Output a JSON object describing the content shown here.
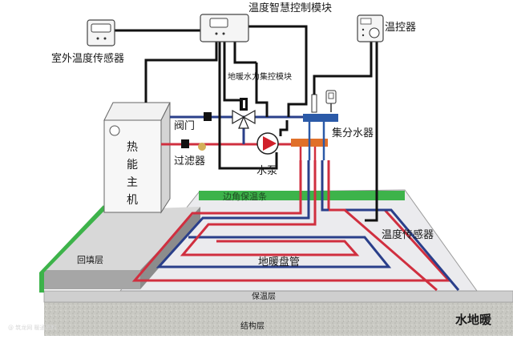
{
  "diagram": {
    "title": "水地暖",
    "colors": {
      "supply_pipe": "#d02f3f",
      "return_pipe": "#2a3f8a",
      "manifold_return": "#2b5aa8",
      "manifold_supply": "#e0702a",
      "edge_strip": "#3db34a",
      "wire": "#111111",
      "filter": "#d4b05a",
      "pump": "#d0202a"
    },
    "components": {
      "outdoor_sensor": "室外温度传感器",
      "smart_module": "温度智慧控制模块",
      "thermostat": "温控器",
      "hydraulic_module": "地暖水力集控模块",
      "valve": "阀门",
      "filter": "过滤器",
      "pump": "水泵",
      "manifold": "集分水器",
      "heat_source": [
        "热",
        "能",
        "主",
        "机"
      ],
      "edge_strip": "边角保温条",
      "backfill": "回填层",
      "floor_sensor": "温度传感器",
      "floor_coil": "地暖盘管",
      "insulation": "保温层",
      "structure": "结构层"
    },
    "watermark": "@ 筑龙网 暖通资料"
  }
}
